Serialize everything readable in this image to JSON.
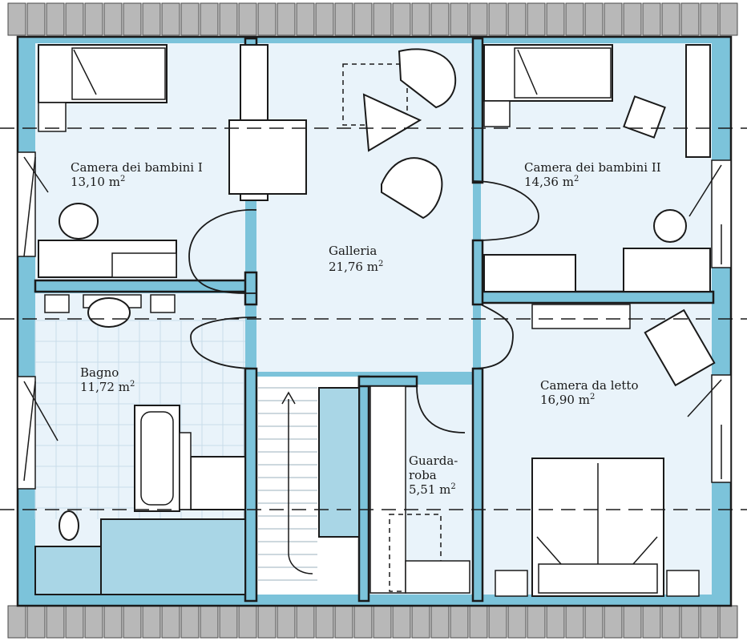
{
  "rooms": {
    "kids1": {
      "name": "Camera dei bambini I",
      "area_value": "13,10 m",
      "area_sup": "2"
    },
    "kids2": {
      "name": "Camera dei bambini II",
      "area_value": "14,36 m",
      "area_sup": "2"
    },
    "gallery": {
      "name": "Galleria",
      "area_value": "21,76 m",
      "area_sup": "2"
    },
    "bath": {
      "name": "Bagno",
      "area_value": "11,72 m",
      "area_sup": "2"
    },
    "bedroom": {
      "name": "Camera da letto",
      "area_value": "16,90 m",
      "area_sup": "2"
    },
    "wardrobe": {
      "name_line1": "Guarda-",
      "name_line2": "roba",
      "area_value": "5,51 m",
      "area_sup": "2"
    }
  },
  "colors": {
    "wall": "#7cc3da",
    "floor": "#e9f3fa",
    "roof": "#b8b8b8",
    "accent_block": "#a9d6e6"
  }
}
